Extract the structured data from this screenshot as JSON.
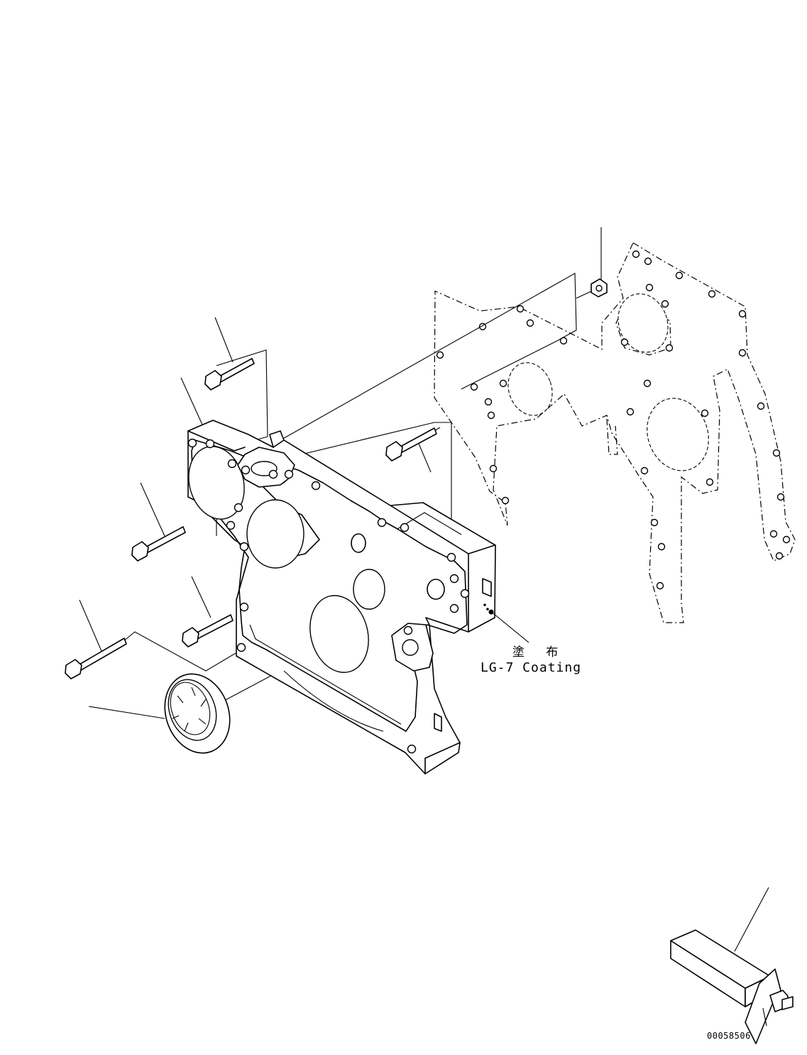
{
  "diagram": {
    "annotation_jp": "塗 布",
    "annotation_en": "LG-7 Coating",
    "drawing_number": "00058506"
  }
}
